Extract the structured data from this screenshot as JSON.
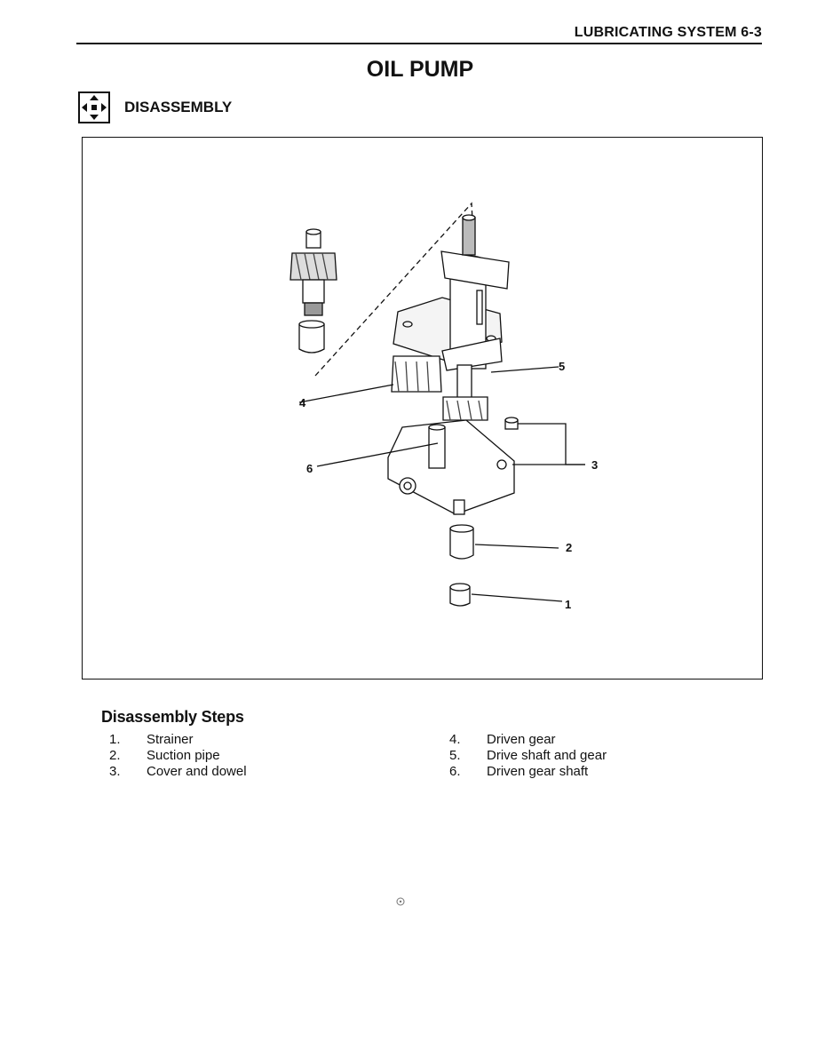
{
  "header": {
    "section_title": "LUBRICATING SYSTEM 6-3"
  },
  "page_title": "OIL PUMP",
  "section": {
    "icon": "disassembly-arrows-icon",
    "heading": "DISASSEMBLY"
  },
  "figure": {
    "callouts": [
      "1",
      "2",
      "3",
      "4",
      "5",
      "6"
    ]
  },
  "steps": {
    "title": "Disassembly Steps",
    "left": [
      {
        "num": "1.",
        "label": "Strainer"
      },
      {
        "num": "2.",
        "label": "Suction pipe"
      },
      {
        "num": "3.",
        "label": "Cover and dowel"
      }
    ],
    "right": [
      {
        "num": "4.",
        "label": "Driven gear"
      },
      {
        "num": "5.",
        "label": "Drive shaft and gear"
      },
      {
        "num": "6.",
        "label": "Driven gear shaft"
      }
    ]
  }
}
